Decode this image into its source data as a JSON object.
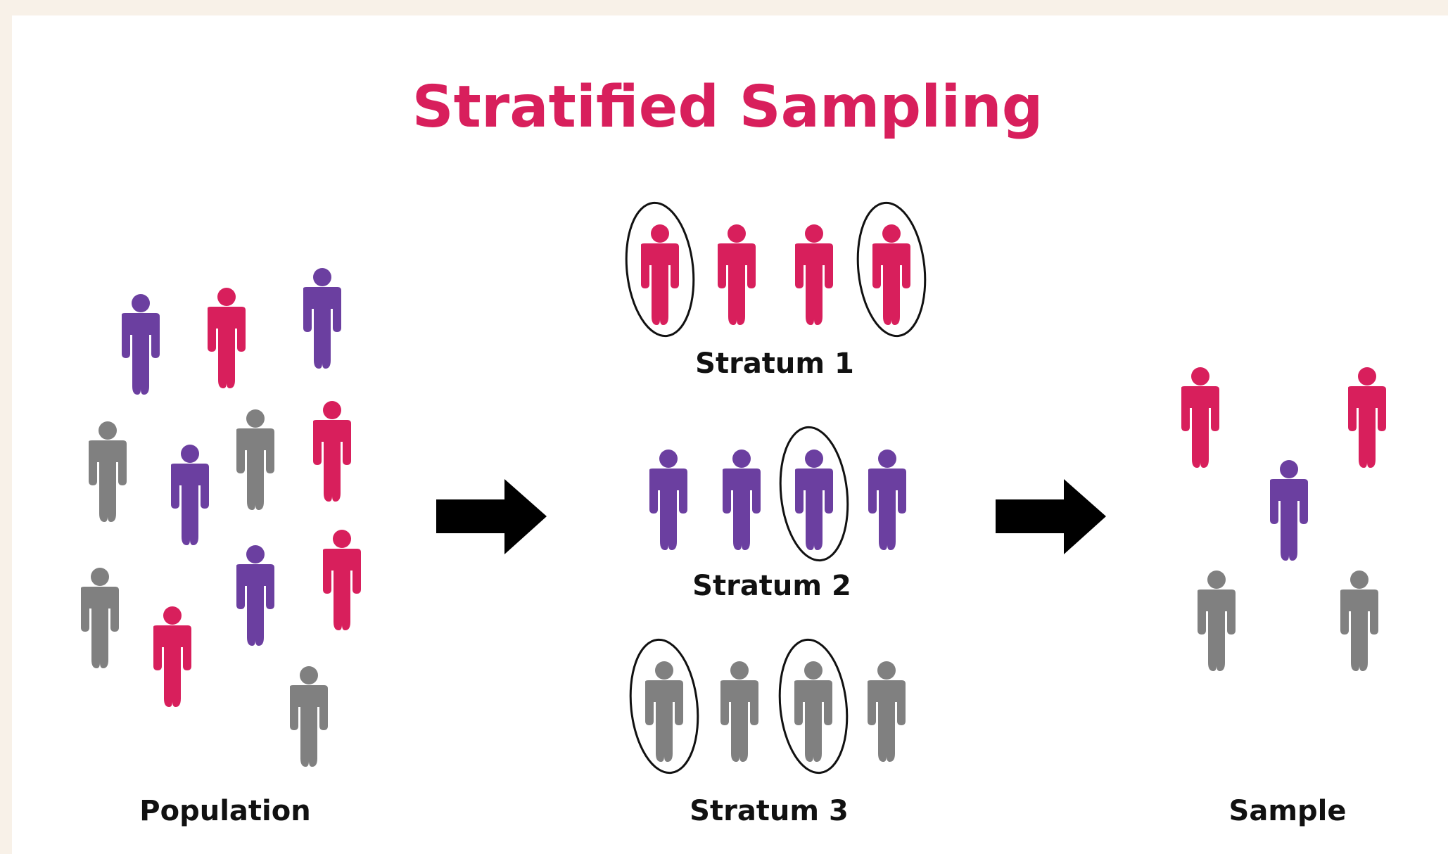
{
  "title": "Stratified Sampling",
  "colors": {
    "title": "#d81f5c",
    "stratum_1": "#d81f5c",
    "stratum_2": "#6b3fa0",
    "stratum_3": "#808080",
    "arrow": "#000000",
    "selection_ring": "#111111",
    "background": "#ffffff",
    "frame": "#f8f1e8"
  },
  "population": {
    "label": "Population",
    "people": [
      {
        "stratum": "stratum_2"
      },
      {
        "stratum": "stratum_1"
      },
      {
        "stratum": "stratum_2"
      },
      {
        "stratum": "stratum_3"
      },
      {
        "stratum": "stratum_2"
      },
      {
        "stratum": "stratum_3"
      },
      {
        "stratum": "stratum_1"
      },
      {
        "stratum": "stratum_3"
      },
      {
        "stratum": "stratum_1"
      },
      {
        "stratum": "stratum_2"
      },
      {
        "stratum": "stratum_1"
      },
      {
        "stratum": "stratum_3"
      }
    ]
  },
  "strata": [
    {
      "label": "Stratum 1",
      "color_key": "stratum_1",
      "members": 4,
      "selected": [
        1,
        4
      ]
    },
    {
      "label": "Stratum 2",
      "color_key": "stratum_2",
      "members": 4,
      "selected": [
        3
      ]
    },
    {
      "label": "Stratum 3",
      "color_key": "stratum_3",
      "members": 4,
      "selected": [
        1,
        3
      ]
    }
  ],
  "sample": {
    "label": "Sample",
    "people": [
      {
        "stratum": "stratum_1"
      },
      {
        "stratum": "stratum_1"
      },
      {
        "stratum": "stratum_2"
      },
      {
        "stratum": "stratum_3"
      },
      {
        "stratum": "stratum_3"
      }
    ]
  },
  "arrows": [
    {
      "from": "population",
      "to": "strata"
    },
    {
      "from": "strata",
      "to": "sample"
    }
  ],
  "icons": {
    "person": "person-icon",
    "arrow": "arrow-right-icon",
    "selection": "selection-ellipse-icon"
  }
}
